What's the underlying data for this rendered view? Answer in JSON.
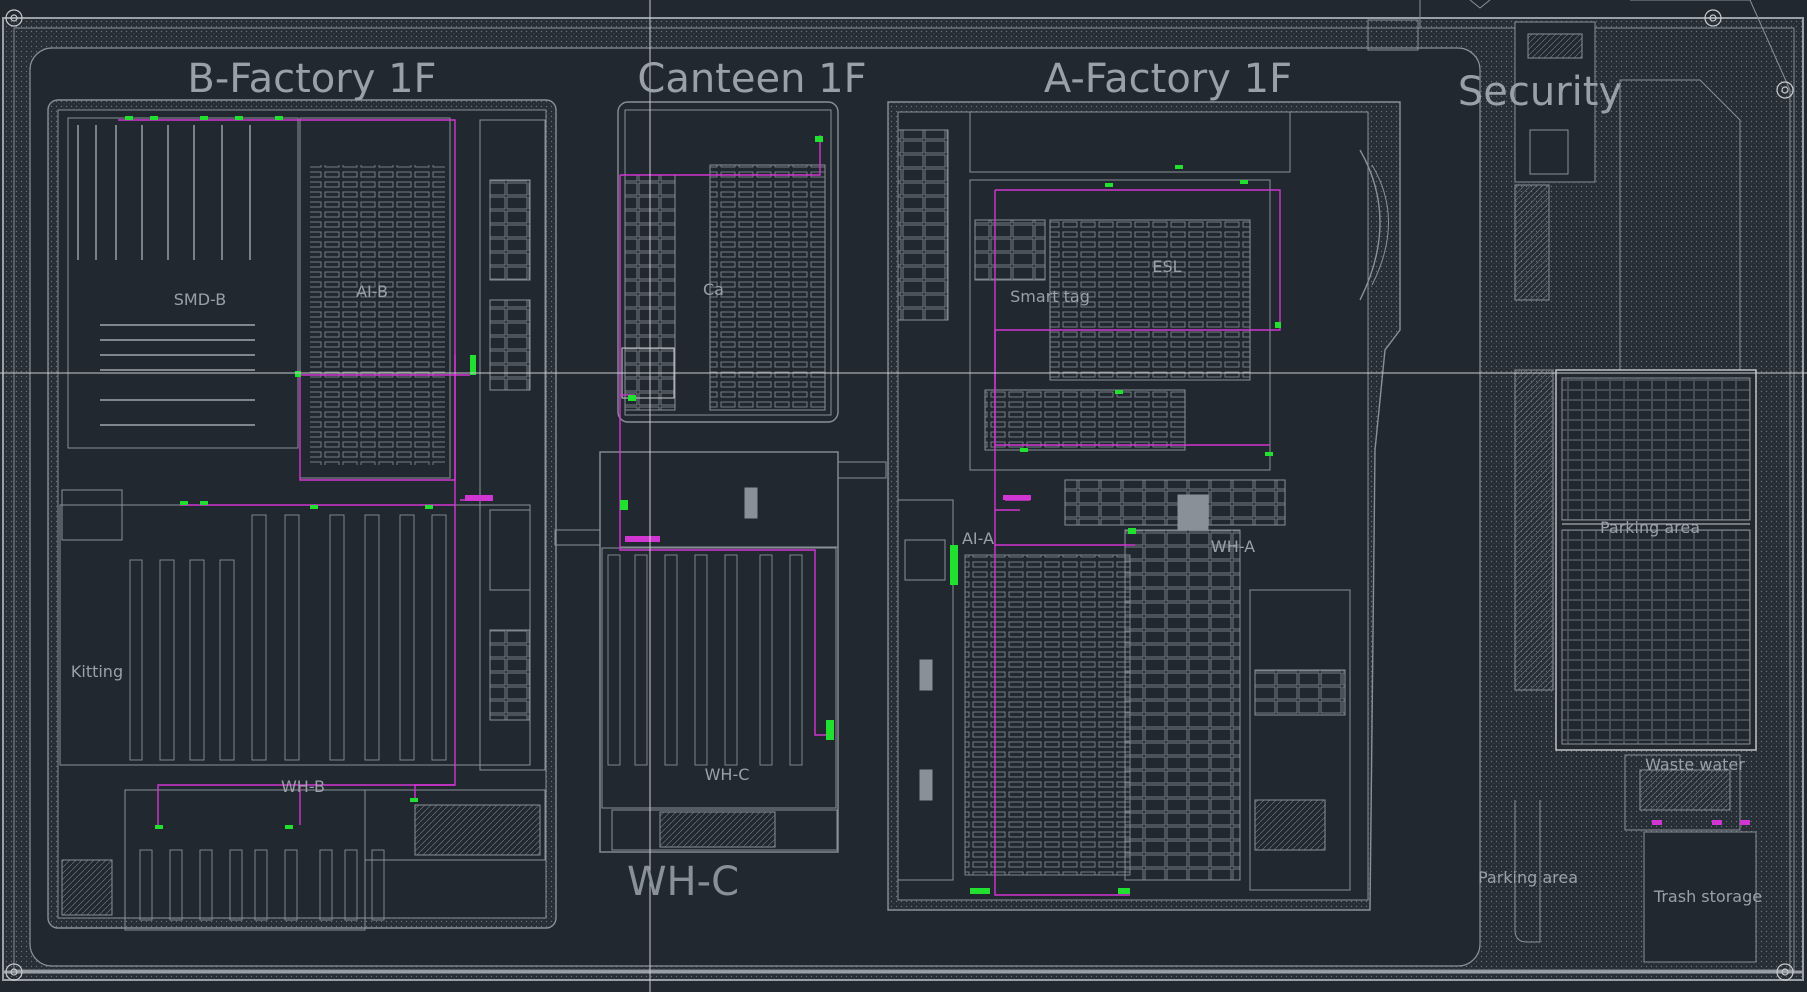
{
  "colors": {
    "background": "#212830",
    "linework": "#8a9098",
    "labels": "#9aa0a8",
    "pipe": "#d236d2",
    "node": "#22e030",
    "crosshair": "#c8ccd0"
  },
  "titles": {
    "b_factory": "B-Factory 1F",
    "canteen": "Canteen 1F",
    "a_factory": "A-Factory 1F",
    "security": "Security",
    "wh_c_big": "WH-C"
  },
  "labels": {
    "smd_b": "SMD-B",
    "ai_b": "AI-B",
    "kitting": "Kitting",
    "wh_b": "WH-B",
    "canteen_small": "Ca",
    "wh_c_small": "WH-C",
    "smart_tag": "Smart tag",
    "esl": "ESL",
    "ai_a": "AI-A",
    "wh_a": "WH-A",
    "parking_1": "Parking area",
    "parking_2": "Parking area",
    "waste_water": "Waste water",
    "trash_storage": "Trash storage"
  }
}
